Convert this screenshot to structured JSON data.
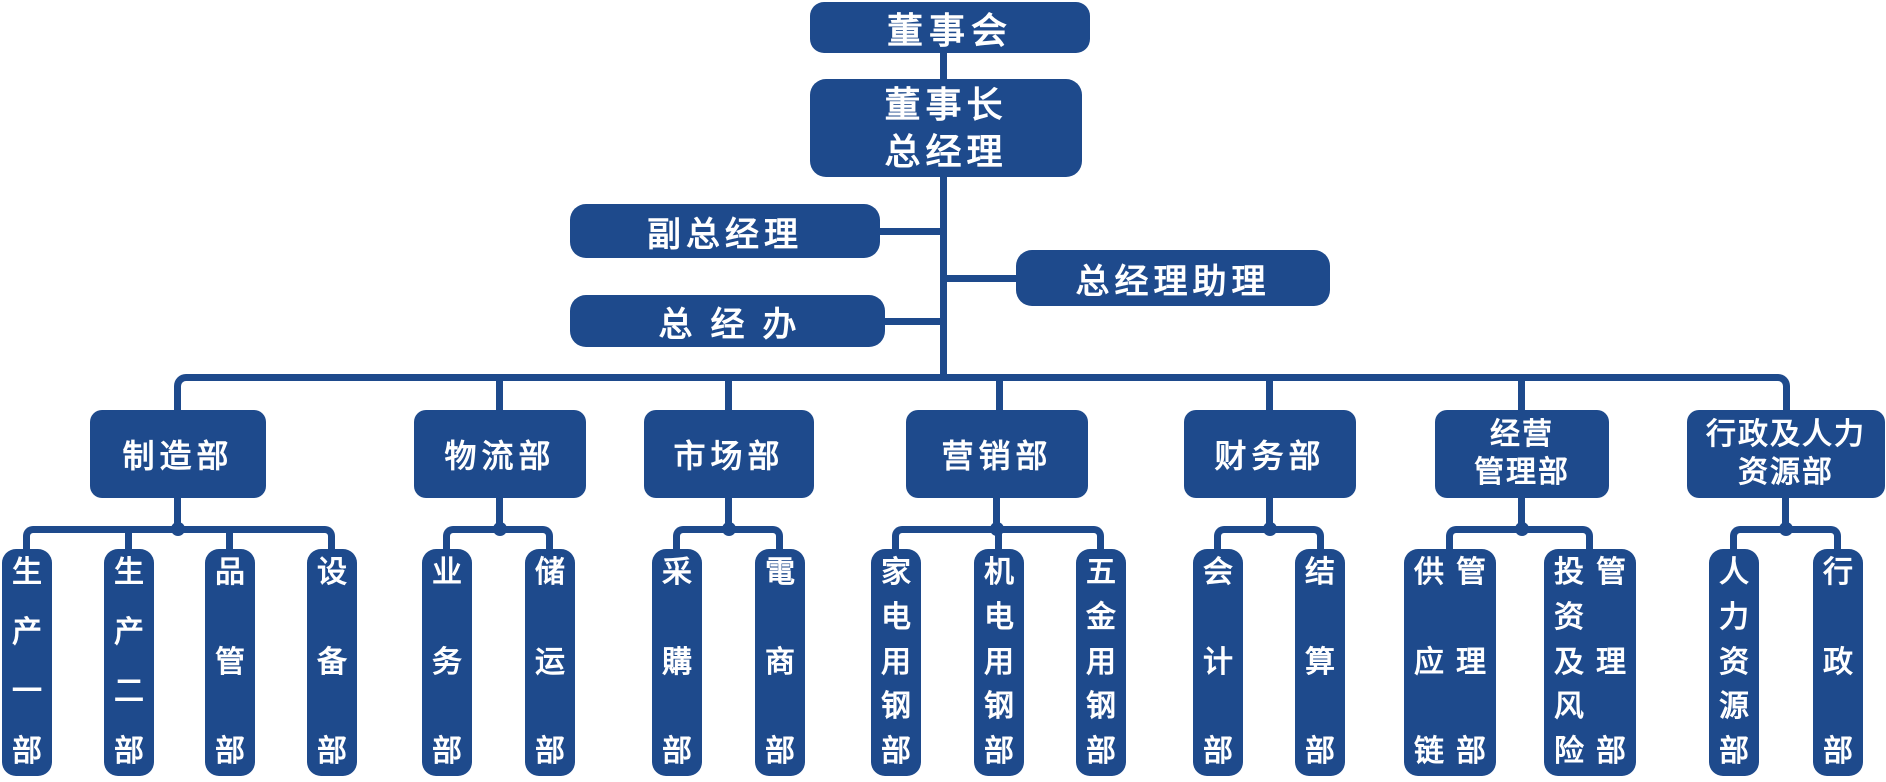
{
  "colors": {
    "primary": "#1e4a8c",
    "text": "#ffffff",
    "background": "#ffffff"
  },
  "org": {
    "board": {
      "label": "董事会"
    },
    "chairman": {
      "lines": [
        "董事长",
        "总经理"
      ]
    },
    "staff": {
      "deputy_gm": {
        "label": "副总经理"
      },
      "gm_assistant": {
        "label": "总经理助理"
      },
      "gm_office": {
        "label": "总经办"
      }
    },
    "departments": [
      {
        "label": "制造部",
        "children": [
          {
            "label": "生产一部"
          },
          {
            "label": "生产二部"
          },
          {
            "label": "品管部"
          },
          {
            "label": "设备部"
          }
        ]
      },
      {
        "label": "物流部",
        "children": [
          {
            "label": "业务部"
          },
          {
            "label": "储运部"
          }
        ]
      },
      {
        "label": "市场部",
        "children": [
          {
            "label": "采購部"
          },
          {
            "label": "電商部"
          }
        ]
      },
      {
        "label": "营销部",
        "children": [
          {
            "label": "家电用钢部"
          },
          {
            "label": "机电用钢部"
          },
          {
            "label": "五金用钢部"
          }
        ]
      },
      {
        "label": "财务部",
        "children": [
          {
            "label": "会计部"
          },
          {
            "label": "结算部"
          }
        ]
      },
      {
        "label": "经营管理部",
        "lines": [
          "经营",
          "管理部"
        ],
        "children": [
          {
            "label": "供应链管理部",
            "cols": [
              "供应链",
              "管理部"
            ]
          },
          {
            "label": "投资及风险管理部",
            "cols": [
              "投资及风险",
              "管理部"
            ]
          }
        ]
      },
      {
        "label": "行政及人力资源部",
        "lines": [
          "行政及人力",
          "资源部"
        ],
        "children": [
          {
            "label": "人力资源部"
          },
          {
            "label": "行政部"
          }
        ]
      }
    ]
  }
}
